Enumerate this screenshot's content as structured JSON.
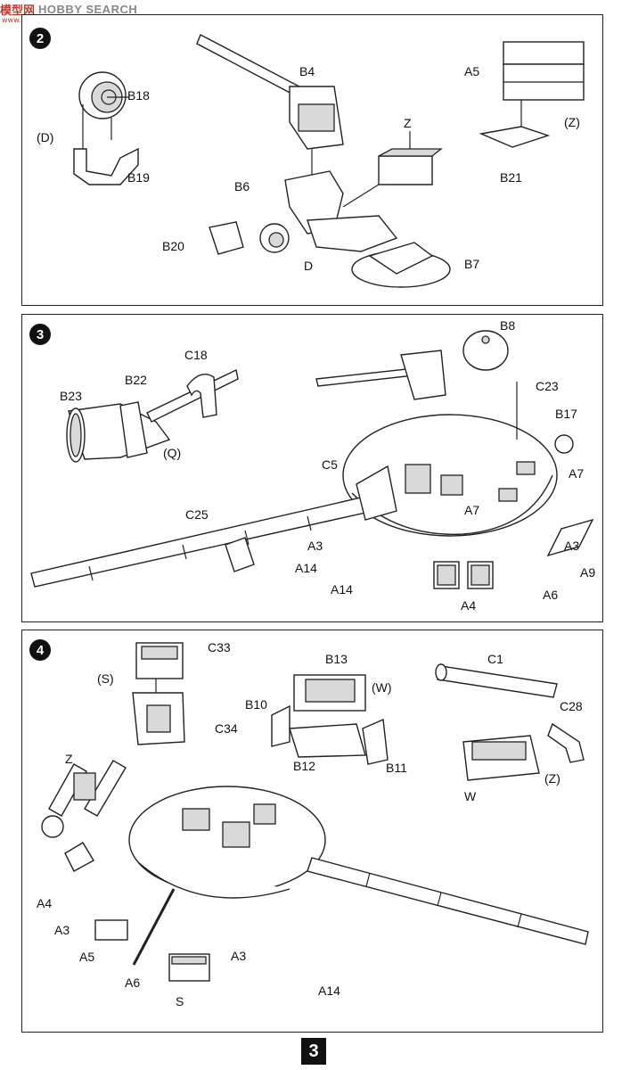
{
  "watermark": {
    "logo": "模型网",
    "site": "HOBBY SEARCH",
    "url": "www.hobbyss.com"
  },
  "steps": [
    {
      "number": "2",
      "labels": {
        "b18": "B18",
        "d_paren": "(D)",
        "b19": "B19",
        "b4": "B4",
        "z": "Z",
        "a5": "A5",
        "z_paren": "(Z)",
        "b6": "B6",
        "b21": "B21",
        "b20": "B20",
        "d": "D",
        "b7": "B7"
      }
    },
    {
      "number": "3",
      "labels": {
        "b8": "B8",
        "c18": "C18",
        "b22": "B22",
        "c23": "C23",
        "b23": "B23",
        "b17": "B17",
        "q_paren": "(Q)",
        "c5": "C5",
        "a7_top": "A7",
        "a7_bottom": "A7",
        "c25": "C25",
        "a3_left": "A3",
        "a3_right": "A3",
        "a14_upper": "A14",
        "a9": "A9",
        "a14_lower": "A14",
        "a6": "A6",
        "a4": "A4"
      }
    },
    {
      "number": "4",
      "labels": {
        "c33": "C33",
        "s_paren": "(S)",
        "b13": "B13",
        "c1": "C1",
        "w_paren": "(W)",
        "b10": "B10",
        "c28": "C28",
        "c34": "C34",
        "b12": "B12",
        "b11": "B11",
        "z": "Z",
        "z_paren": "(Z)",
        "w": "W",
        "a4": "A4",
        "a3_left": "A3",
        "a5": "A5",
        "a6": "A6",
        "a3_right": "A3",
        "a14": "A14",
        "s": "S"
      }
    }
  ],
  "page_number": "3"
}
